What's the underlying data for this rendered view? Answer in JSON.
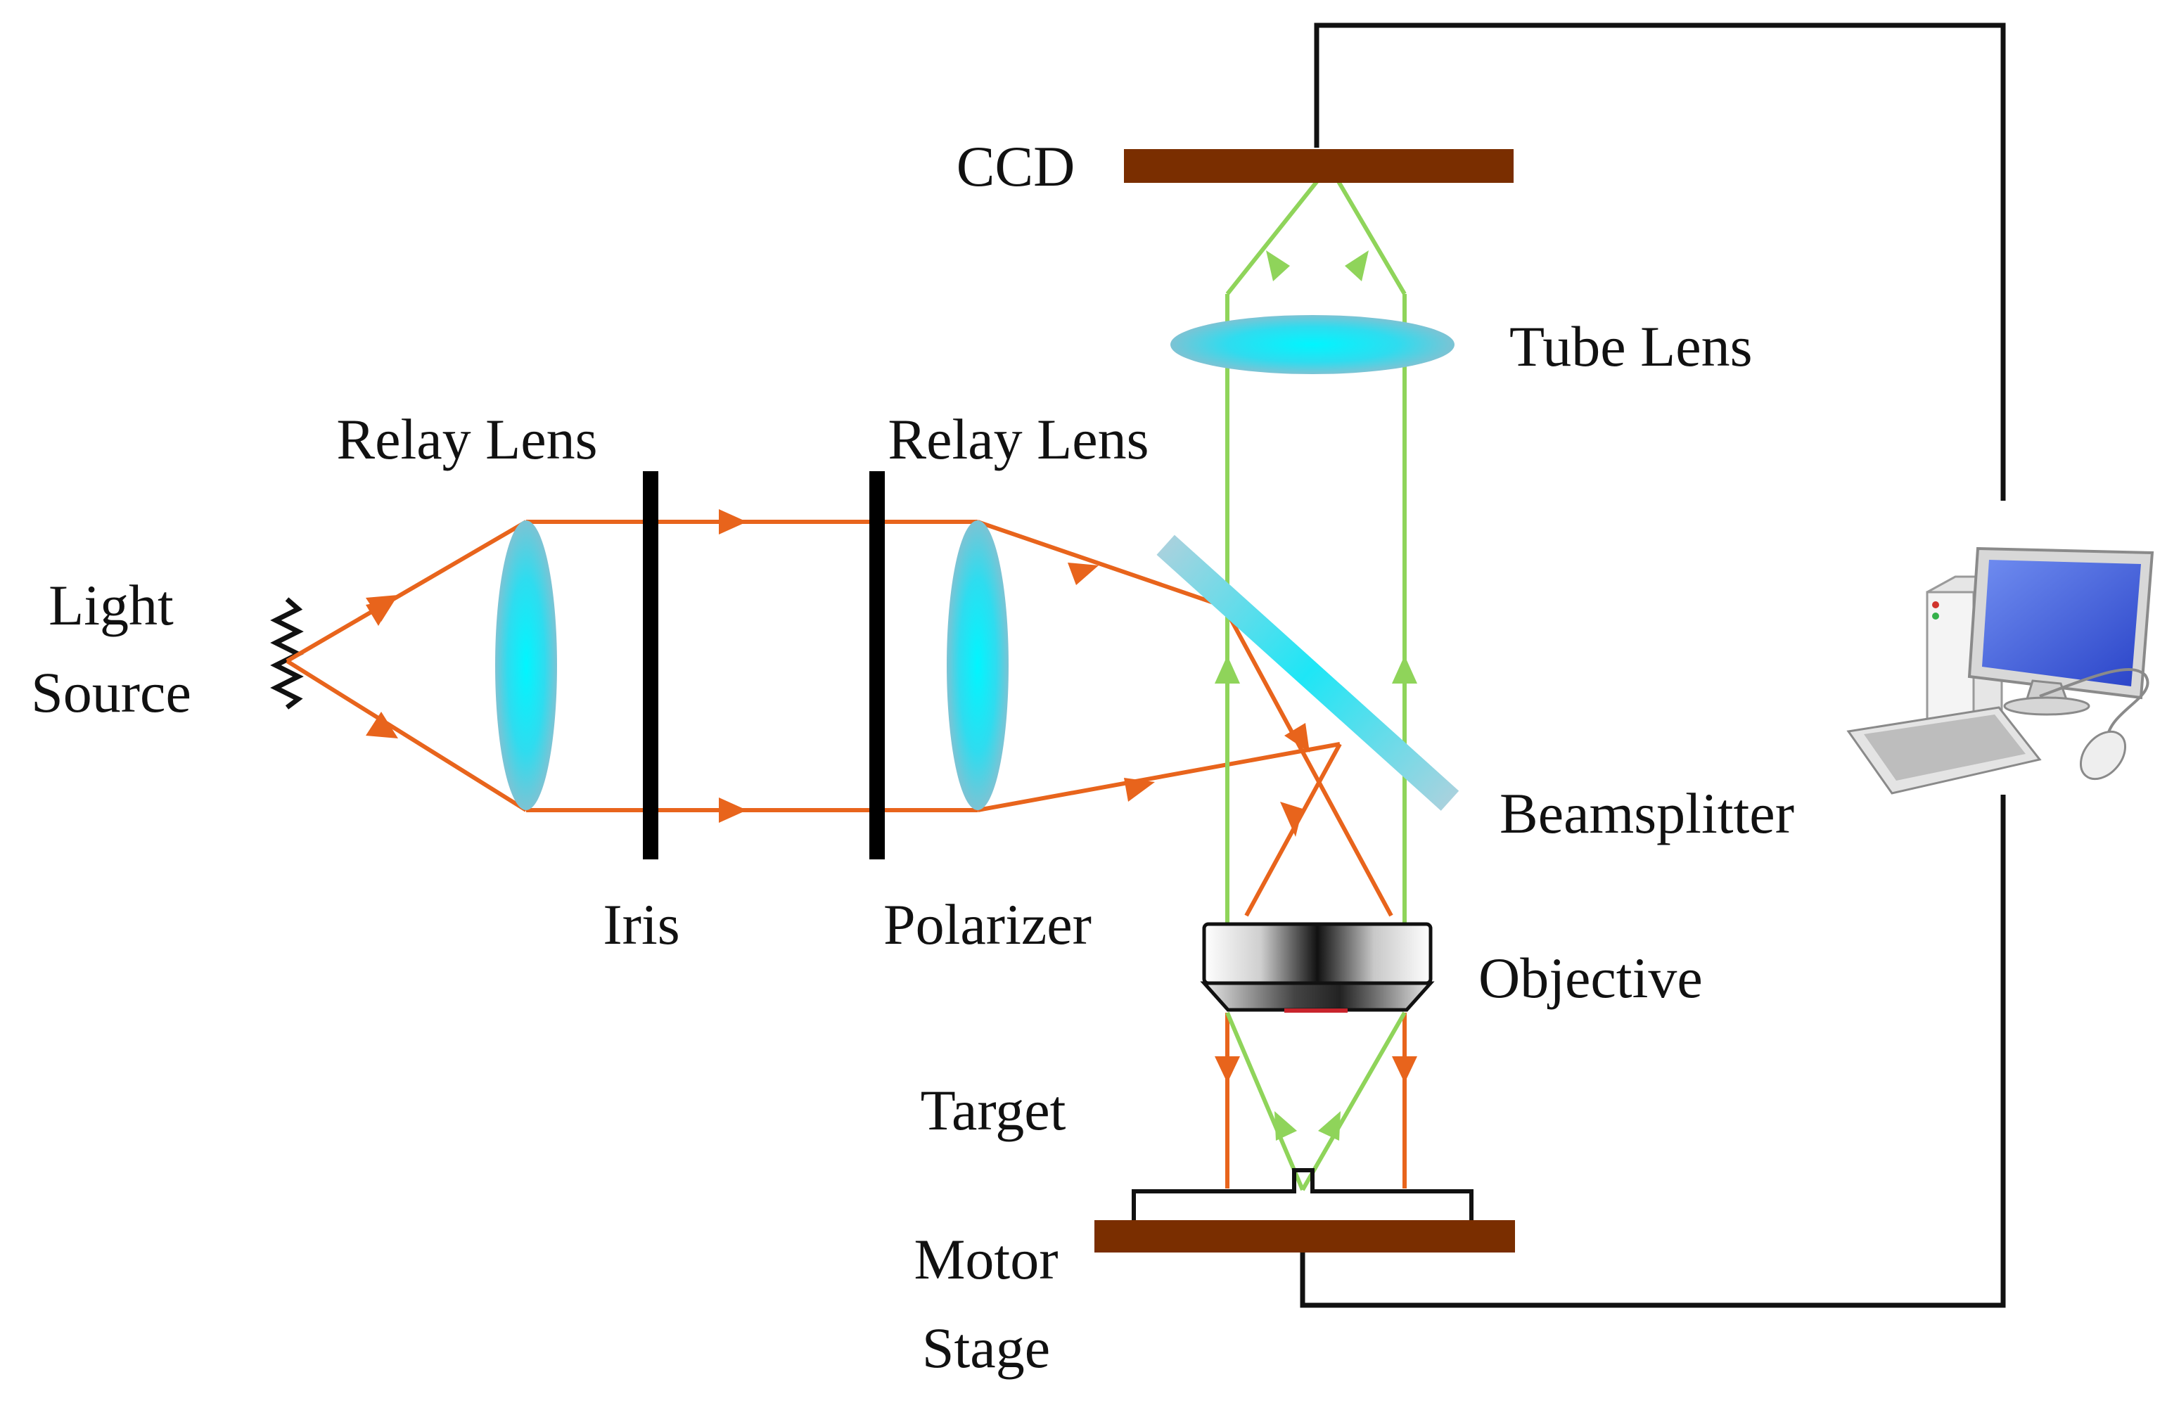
{
  "labels": {
    "light_source_line1": "Light",
    "light_source_line2": "Source",
    "relay_lens_1": "Relay Lens",
    "relay_lens_2": "Relay Lens",
    "iris": "Iris",
    "polarizer": "Polarizer",
    "ccd": "CCD",
    "tube_lens": "Tube Lens",
    "beamsplitter": "Beamsplitter",
    "objective": "Objective",
    "target": "Target",
    "motor_stage_line1": "Motor",
    "motor_stage_line2": "Stage"
  },
  "colors": {
    "illumination_ray": "#e8641c",
    "imaging_ray": "#8fd45a",
    "lens_center": "#00f0ff",
    "lens_edge": "#74c3d6",
    "beamsplitter_edge": "#a4cedc",
    "ccd_and_stage": "#7a2e00",
    "wire": "#111111",
    "monitor_screen": "#3a5bd9"
  },
  "icons": [
    "light-source-icon",
    "computer-icon",
    "objective-icon"
  ]
}
